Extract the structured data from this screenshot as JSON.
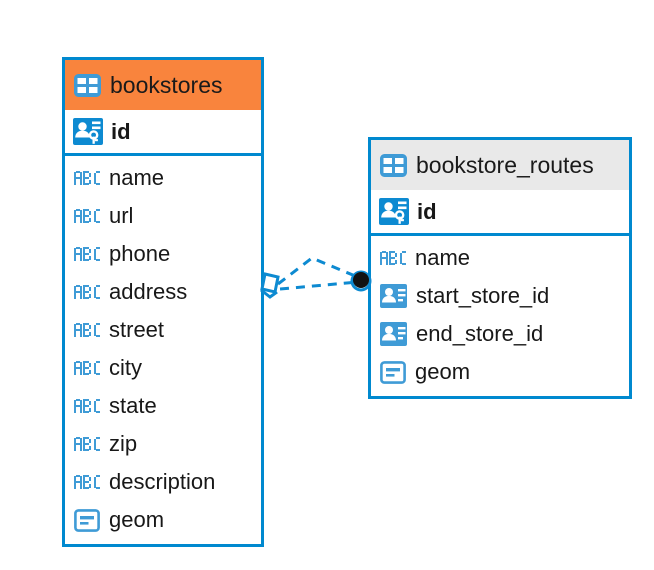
{
  "diagram": {
    "type": "entity-relationship-diagram",
    "background": "#ffffff",
    "accent_color": "#0089cf",
    "highlight_color": "#f9843d",
    "neutral_header_color": "#e9e9e9",
    "text_color": "#181818"
  },
  "entities": [
    {
      "name": "bookstores",
      "header_style": "accent",
      "primary_key": {
        "label": "id",
        "icon": "primary-key-icon"
      },
      "fields": [
        {
          "label": "name",
          "icon": "abc-text-icon"
        },
        {
          "label": "url",
          "icon": "abc-text-icon"
        },
        {
          "label": "phone",
          "icon": "abc-text-icon"
        },
        {
          "label": "address",
          "icon": "abc-text-icon"
        },
        {
          "label": "street",
          "icon": "abc-text-icon"
        },
        {
          "label": "city",
          "icon": "abc-text-icon"
        },
        {
          "label": "state",
          "icon": "abc-text-icon"
        },
        {
          "label": "zip",
          "icon": "abc-text-icon"
        },
        {
          "label": "description",
          "icon": "abc-text-icon"
        },
        {
          "label": "geom",
          "icon": "geometry-icon"
        }
      ]
    },
    {
      "name": "bookstore_routes",
      "header_style": "neutral",
      "primary_key": {
        "label": "id",
        "icon": "primary-key-icon"
      },
      "fields": [
        {
          "label": "name",
          "icon": "abc-text-icon"
        },
        {
          "label": "start_store_id",
          "icon": "foreign-key-icon"
        },
        {
          "label": "end_store_id",
          "icon": "foreign-key-icon"
        },
        {
          "label": "geom",
          "icon": "geometry-icon"
        }
      ]
    }
  ],
  "relationship": {
    "source_entity": "bookstores",
    "target_entity": "bookstore_routes",
    "source_marker": "rhombus-outline-marker",
    "target_marker": "filled-circle-marker",
    "line_style": "dashed",
    "line_color": "#0089cf",
    "branch_count": 2
  }
}
